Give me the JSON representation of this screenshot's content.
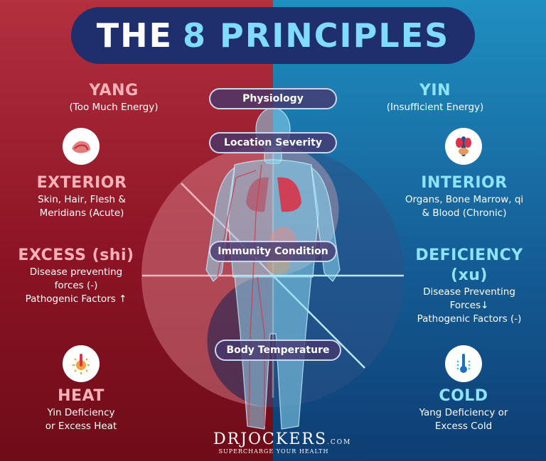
{
  "title": {
    "part1": "THE",
    "part2": "8 PRINCIPLES"
  },
  "pills": {
    "physiology": "Physiology",
    "location": "Location Severity",
    "immunity": "Immunity Condition",
    "temperature": "Body Temperature"
  },
  "yang": {
    "heading": "YANG",
    "sub": "(Too Much Energy)"
  },
  "yin": {
    "heading": "YIN",
    "sub": "(Insufficient Energy)"
  },
  "exterior": {
    "heading": "EXTERIOR",
    "line1": "Skin, Hair, Flesh &",
    "line2": "Meridians (Acute)"
  },
  "interior": {
    "heading": "INTERIOR",
    "line1": "Organs, Bone Marrow, qi",
    "line2": "& Blood (Chronic)"
  },
  "excess": {
    "heading": "EXCESS (shi)",
    "line1": "Disease preventing",
    "line2": "forces (-)",
    "line3": "Pathogenic Factors ↑"
  },
  "deficiency": {
    "heading": "DEFICIENCY (xu)",
    "line1": "Disease Preventing",
    "line2": "Forces↓",
    "line3": "Pathogenic Factors (-)"
  },
  "heat": {
    "heading": "HEAT",
    "line1": "Yin Deficiency",
    "line2": "or Excess Heat"
  },
  "cold": {
    "heading": "COLD",
    "line1": "Yang Deficiency or",
    "line2": "Excess Cold"
  },
  "brand": {
    "name_a": "DR",
    "name_b": "JOCKERS",
    "suffix": ".COM",
    "tagline": "SUPERCHARGE YOUR HEALTH"
  },
  "icons": {
    "exterior": "skin-layer-icon",
    "interior": "organs-icon",
    "heat": "thermometer-hot-icon",
    "cold": "thermometer-cold-icon"
  },
  "colors": {
    "left_bg": "#9c1c2d",
    "right_bg": "#1670a8",
    "title_bg": "#1f2f6d",
    "title_accent": "#7fdcff",
    "left_heading": "#ffb1b8",
    "right_heading": "#8ee3ff"
  }
}
